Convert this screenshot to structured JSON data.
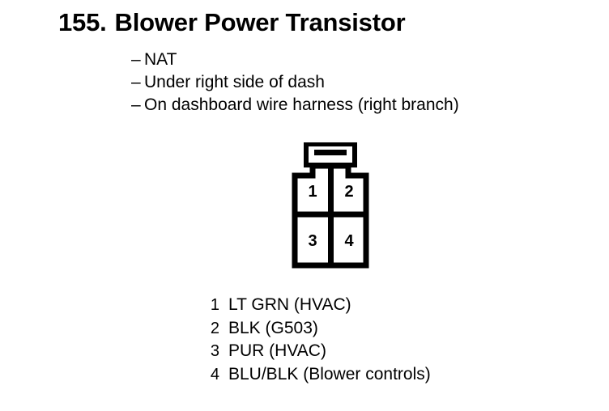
{
  "document": {
    "section_number": "155.",
    "title": "Blower Power Transistor"
  },
  "notes": {
    "dash": "–",
    "items": [
      "NAT",
      "Under right side of dash",
      "On dashboard wire harness (right branch)"
    ]
  },
  "connector": {
    "name": "4-way-connector-diagram",
    "pin_count": 4,
    "cavities": [
      {
        "number": "1",
        "position": "top-left"
      },
      {
        "number": "2",
        "position": "top-right"
      },
      {
        "number": "3",
        "position": "bottom-left"
      },
      {
        "number": "4",
        "position": "bottom-right"
      }
    ],
    "line_color": "#000000",
    "fill_color": "#ffffff"
  },
  "legend": {
    "rows": [
      {
        "pin": "1",
        "label": "LT GRN (HVAC)"
      },
      {
        "pin": "2",
        "label": "BLK (G503)"
      },
      {
        "pin": "3",
        "label": "PUR (HVAC)"
      },
      {
        "pin": "4",
        "label": "BLU/BLK (Blower controls)"
      }
    ]
  }
}
